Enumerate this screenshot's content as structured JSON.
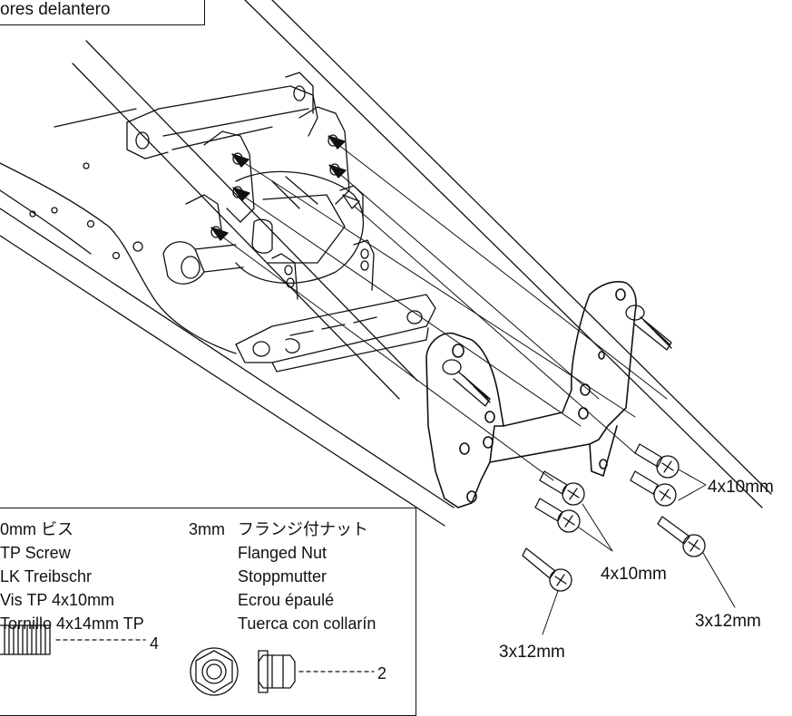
{
  "header": {
    "title": "ores delantero"
  },
  "callouts": {
    "upper_right_screws": "4x10mm",
    "center_screws": "4x10mm",
    "right_long_screw": "3x12mm",
    "bottom_long_screw": "3x12mm"
  },
  "parts_list": {
    "screw": {
      "size_label": "0mm ビス",
      "names": [
        "TP Screw",
        "LK Treibschr",
        "Vis TP 4x10mm",
        "Tornillo 4x14mm TP"
      ],
      "quantity": "4"
    },
    "nut": {
      "size": "3mm",
      "names": [
        "フランジ付ナット",
        "Flanged Nut",
        "Stoppmutter",
        "Ecrou épaulé",
        "Tuerca con collarín"
      ],
      "quantity": "2"
    }
  },
  "colors": {
    "line": "#111111",
    "background": "#ffffff"
  }
}
